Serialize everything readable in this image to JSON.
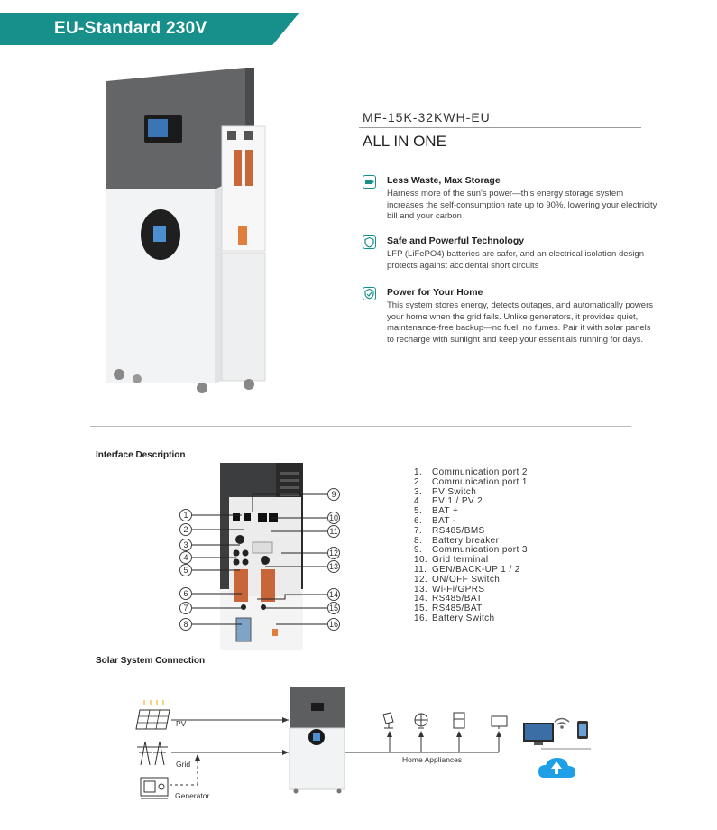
{
  "banner": {
    "title": "EU-Standard  230V"
  },
  "product": {
    "model": "MF-15K-32KWH-EU",
    "subtitle": "ALL IN ONE"
  },
  "features": [
    {
      "icon": "battery-icon",
      "title": "Less Waste, Max Storage",
      "description": "Harness more of the sun's power—this energy storage system increases the self-consumption rate up to 90%, lowering your electricity bill and your carbon"
    },
    {
      "icon": "shield-icon",
      "title": "Safe and Powerful Technology",
      "description": "LFP (LiFePO4) batteries are safer, and an electrical isolation design protects against accidental short circuits"
    },
    {
      "icon": "check-shield-icon",
      "title": "Power for Your Home",
      "description": "This system stores energy, detects outages, and automatically powers your home when the grid fails. Unlike generators, it provides quiet, maintenance-free backup—no fuel, no fumes. Pair it with solar panels to recharge with sunlight and keep your essentials running for days."
    }
  ],
  "interface": {
    "title": "Interface Description",
    "callouts": [
      "1",
      "2",
      "3",
      "4",
      "5",
      "6",
      "7",
      "8",
      "9",
      "10",
      "11",
      "12",
      "13",
      "14",
      "15",
      "16"
    ],
    "items": [
      {
        "num": "1.",
        "label": "Communication port 2"
      },
      {
        "num": "2.",
        "label": "Communication port 1"
      },
      {
        "num": "3.",
        "label": "PV Switch"
      },
      {
        "num": "4.",
        "label": "PV 1 / PV 2"
      },
      {
        "num": "5.",
        "label": "BAT +"
      },
      {
        "num": "6.",
        "label": "BAT -"
      },
      {
        "num": "7.",
        "label": "RS485/BMS"
      },
      {
        "num": "8.",
        "label": "Battery breaker"
      },
      {
        "num": "9.",
        "label": "Communication port 3"
      },
      {
        "num": "10.",
        "label": "Grid terminal"
      },
      {
        "num": "11.",
        "label": "GEN/BACK-UP 1 / 2"
      },
      {
        "num": "12.",
        "label": "ON/OFF Switch"
      },
      {
        "num": "13.",
        "label": "Wi-Fi/GPRS"
      },
      {
        "num": "14.",
        "label": "RS485/BAT"
      },
      {
        "num": "15.",
        "label": "RS485/BAT"
      },
      {
        "num": "16.",
        "label": "Battery Switch"
      }
    ]
  },
  "solar": {
    "title": "Solar System Connection",
    "pv_label": "PV",
    "grid_label": "Grid",
    "generator_label": "Generator",
    "appliances_label": "Home Appliances"
  },
  "colors": {
    "accent": "#17908c",
    "cloud": "#1ea0e6",
    "unit_top": "#5d5e60"
  }
}
